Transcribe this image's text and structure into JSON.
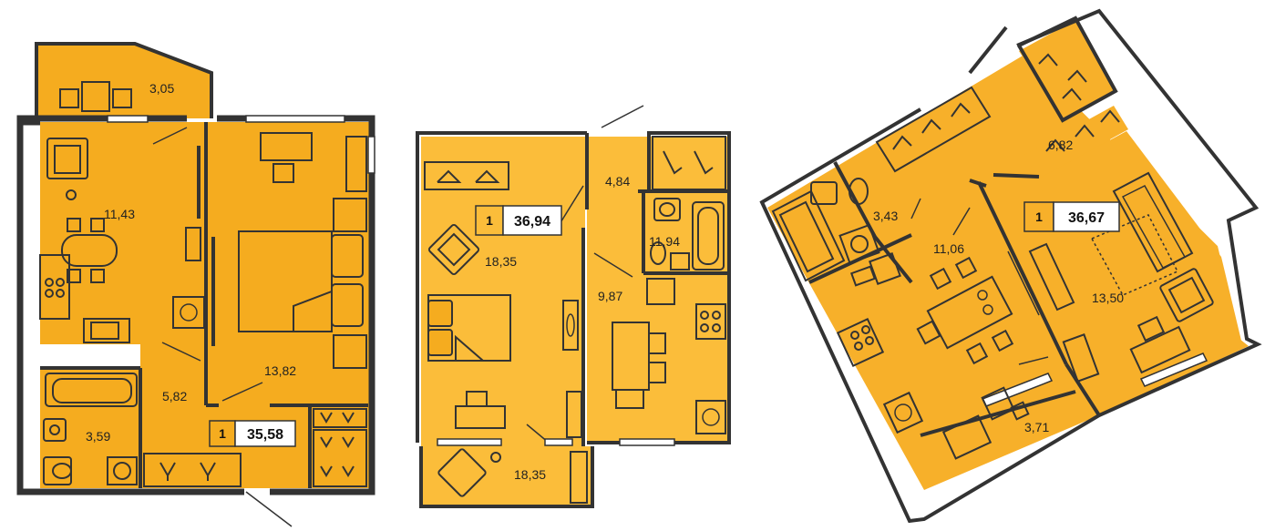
{
  "plans": [
    {
      "id": "plan-1",
      "color": "#f5ac1f",
      "badge": {
        "rooms": "1",
        "total": "35,58"
      },
      "areas": [
        "3,05",
        "11,43",
        "13,82",
        "5,82",
        "3,59"
      ]
    },
    {
      "id": "plan-2",
      "color": "#fbbd3a",
      "badge": {
        "rooms": "1",
        "total": "36,94"
      },
      "areas": [
        "4,84",
        "18,35",
        "11,94",
        "9,87",
        "18,35"
      ]
    },
    {
      "id": "plan-3",
      "color": "#f7b02a",
      "badge": {
        "rooms": "1",
        "total": "36,67"
      },
      "areas": [
        "6,82",
        "3,43",
        "11,06",
        "13,50",
        "3,71"
      ]
    }
  ],
  "icons": [
    "wardrobe-hanger-icon",
    "armchair-icon",
    "bed-icon",
    "bathtub-icon",
    "toilet-icon",
    "sink-icon",
    "washing-machine-icon",
    "stove-icon",
    "desk-icon",
    "dining-table-icon",
    "sofa-icon"
  ]
}
